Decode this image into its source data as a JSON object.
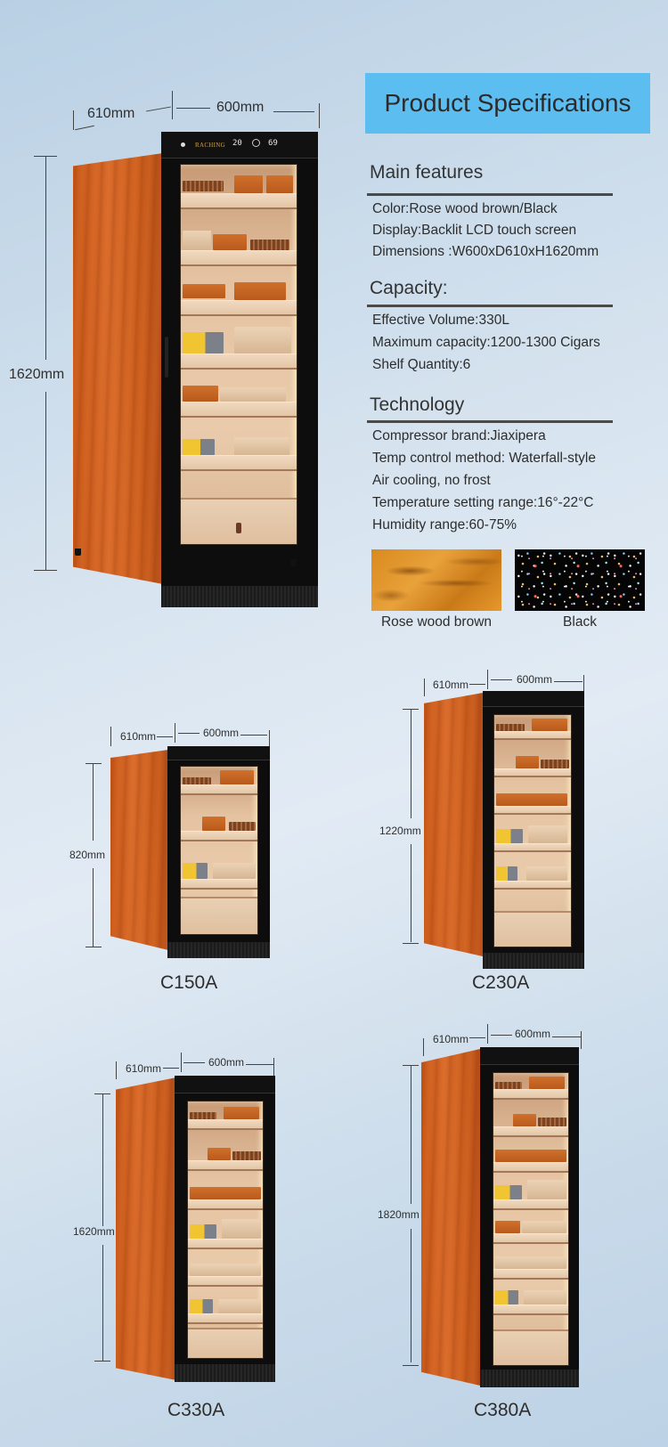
{
  "spec_panel": {
    "title": "Product Specifications",
    "title_bg_color": "#5cbdf1",
    "sections": [
      {
        "heading": "Main features",
        "lines": [
          "Color:Rose wood brown/Black",
          "Display:Backlit LCD touch screen",
          "Dimensions :W600xD610xH1620mm"
        ]
      },
      {
        "heading": "Capacity:",
        "lines": [
          "Effective Volume:330L",
          "Maximum capacity:1200-1300 Cigars",
          "Shelf Quantity:6"
        ]
      },
      {
        "heading": "Technology",
        "lines": [
          "Compressor brand:Jiaxipera",
          "Temp control method: Waterfall-style",
          "Air cooling, no frost",
          "Temperature setting range:16°-22°C",
          "Humidity range:60-75%"
        ]
      }
    ],
    "color_swatches": [
      {
        "name": "rose-wood-brown",
        "label": "Rose wood brown",
        "color": "#d88a1e"
      },
      {
        "name": "black",
        "label": "Black",
        "color": "#050505"
      }
    ]
  },
  "hero_cabinet": {
    "brand": "RACHING",
    "lcd_temp": "20",
    "lcd_humidity": "69",
    "depth": "610mm",
    "width": "600mm",
    "height": "1620mm"
  },
  "models": [
    {
      "name": "C150A",
      "depth": "610mm",
      "width": "600mm",
      "height": "820mm"
    },
    {
      "name": "C230A",
      "depth": "610mm",
      "width": "600mm",
      "height": "1220mm"
    },
    {
      "name": "C330A",
      "depth": "610mm",
      "width": "600mm",
      "height": "1620mm"
    },
    {
      "name": "C380A",
      "depth": "610mm",
      "width": "600mm",
      "height": "1820mm"
    }
  ]
}
